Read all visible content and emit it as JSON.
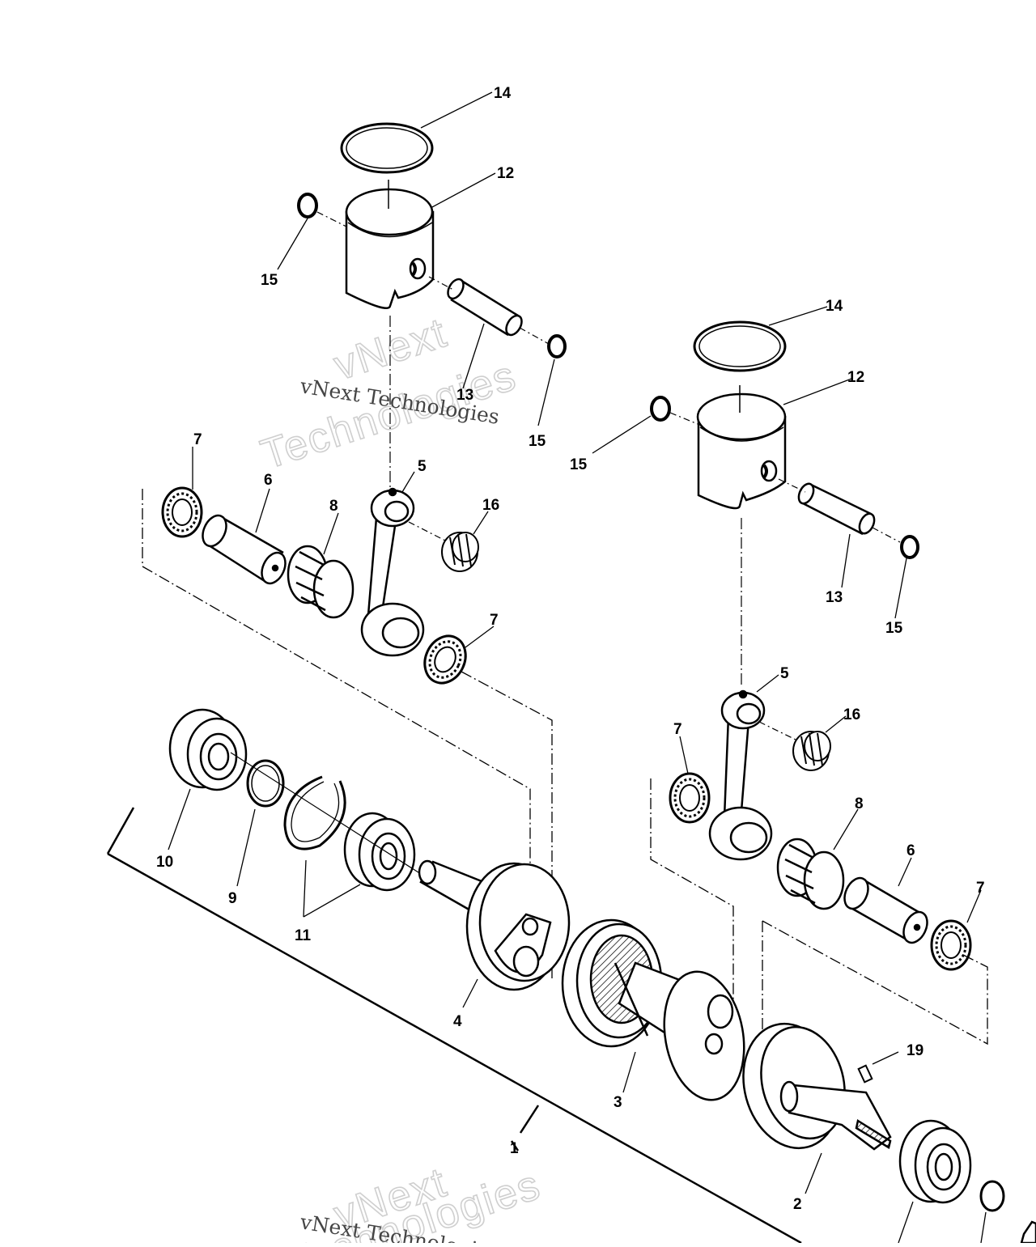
{
  "callouts": {
    "n1": "1",
    "n2": "2",
    "n3": "3",
    "n4": "4",
    "n5a": "5",
    "n5b": "5",
    "n6a": "6",
    "n6b": "6",
    "n7a": "7",
    "n7b": "7",
    "n7c": "7",
    "n7d": "7",
    "n8a": "8",
    "n8b": "8",
    "n9": "9",
    "n10": "10",
    "n11": "11",
    "n12a": "12",
    "n12b": "12",
    "n13a": "13",
    "n13b": "13",
    "n14a": "14",
    "n14b": "14",
    "n15a": "15",
    "n15b": "15",
    "n15c": "15",
    "n15d": "15",
    "n16a": "16",
    "n16b": "16",
    "n19": "19"
  },
  "watermark": {
    "line1": "vNext",
    "line2": "Technologies",
    "caption": "vNext Technologies"
  }
}
